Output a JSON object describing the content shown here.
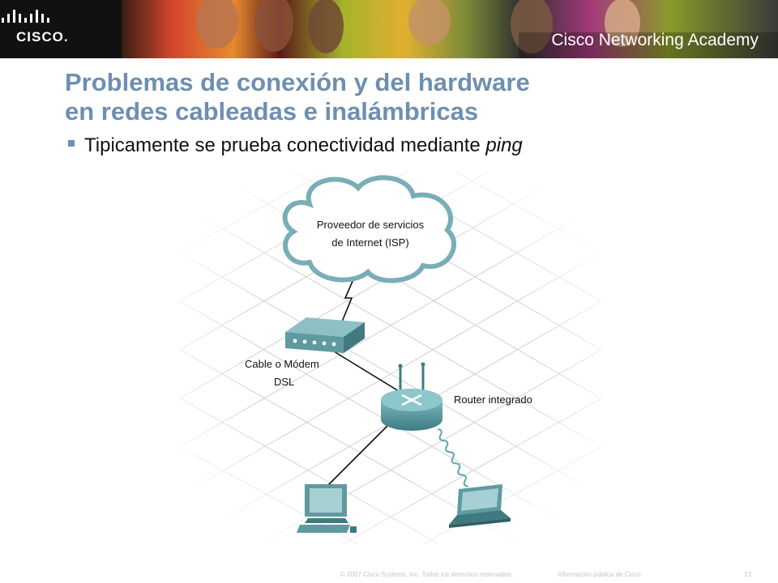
{
  "header": {
    "brand": "CISCO.",
    "academy": "Cisco Networking Academy"
  },
  "slide": {
    "title_line1": "Problemas de conexión y del hardware",
    "title_line2": "en redes cableadas e inalámbricas",
    "bullet_text": "Tipicamente se prueba conectividad mediante ",
    "bullet_emph": "ping"
  },
  "diagram": {
    "cloud_label_line1": "Proveedor de servicios",
    "cloud_label_line2": "de Internet (ISP)",
    "modem_label_line1": "Cable o Módem",
    "modem_label_line2": "DSL",
    "router_label": "Router integrado"
  },
  "footer": {
    "copyright": "© 2007 Cisco Systems, Inc. Todos los derechos reservados.",
    "classification": "Información pública de Cisco",
    "page": "13"
  },
  "colors": {
    "title": "#6e8fb0",
    "device": "#5f9aa0",
    "cloud_stroke": "#79aeb5"
  }
}
